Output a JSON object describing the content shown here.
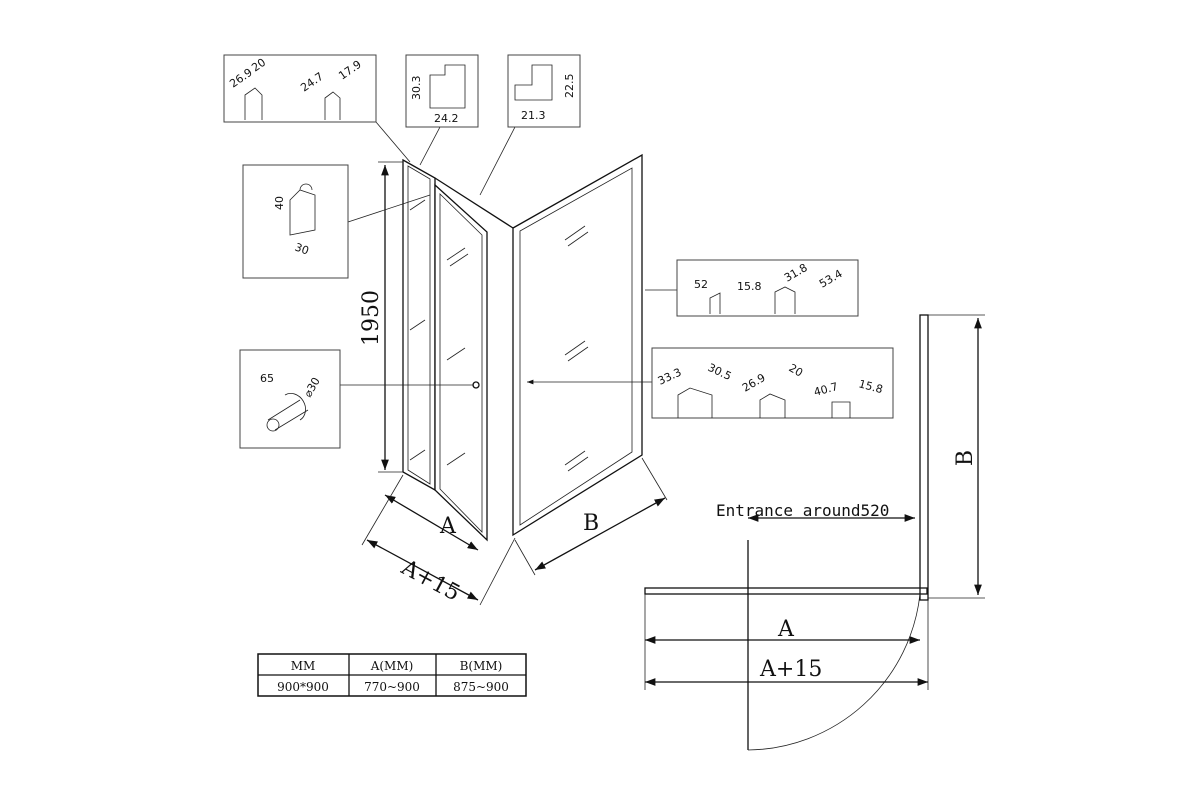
{
  "details": {
    "top_corner": [
      "26.9",
      "20",
      "24.7",
      "17.9"
    ],
    "top_profile": [
      "30.3",
      "24.2"
    ],
    "top_profile_2": [
      "21.3",
      "22.5"
    ],
    "hinge": [
      "40",
      "30"
    ],
    "handle": [
      "65",
      "⌀30"
    ],
    "wall_profile": [
      "52",
      "15.8",
      "31.8",
      "53.4"
    ],
    "bottom_profiles": [
      "33.3",
      "30.5",
      "26.9",
      "20",
      "40.7",
      "15.8"
    ]
  },
  "main": {
    "height": "1950",
    "a": "A",
    "a15": "A+15",
    "b": "B"
  },
  "plan": {
    "entrance": "Entrance around520",
    "a": "A",
    "a15": "A+15",
    "b": "B"
  },
  "table": {
    "headers": [
      "MM",
      "A(MM)",
      "B(MM)"
    ],
    "row": [
      "900*900",
      "770~900",
      "875~900"
    ]
  }
}
